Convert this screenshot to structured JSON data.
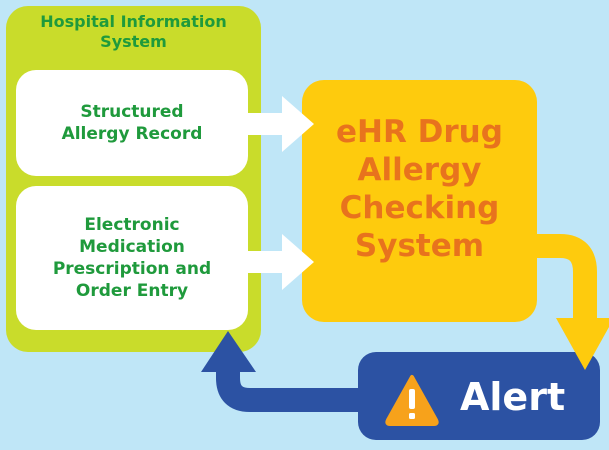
{
  "his": {
    "title_line1": "Hospital Information",
    "title_line2": "System",
    "allergy_line1": "Structured",
    "allergy_line2": "Allergy Record",
    "order_line1": "Electronic",
    "order_line2": "Medication",
    "order_line3": "Prescription and",
    "order_line4": "Order Entry"
  },
  "ehr": {
    "line1": "eHR Drug",
    "line2": "Allergy",
    "line3": "Checking",
    "line4": "System"
  },
  "alert": {
    "label": "Alert",
    "icon": "warning-icon"
  },
  "colors": {
    "background": "#bfe6f7",
    "his_panel": "#c9dc2b",
    "his_text": "#1f9a3c",
    "ehr_fill": "#fecb0d",
    "ehr_text": "#e8731d",
    "alert_fill": "#2c52a3",
    "warning": "#f7a21b"
  }
}
